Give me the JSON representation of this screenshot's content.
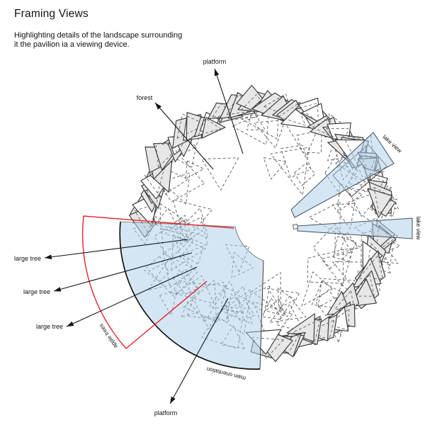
{
  "header": {
    "title": "Framing Views",
    "subtitle_line1": "Highlighting details of the landscape surrounding",
    "subtitle_line2": "it the pavilion ia a viewing device."
  },
  "labels": {
    "platform_top": "platform",
    "forest": "forest",
    "lake_view_upper": "lake view",
    "lake_view_right": "lake view",
    "large_tree_1": "large tree",
    "large_tree_2": "large tree",
    "large_tree_3": "large tree",
    "apple_trees": "apple trees",
    "main_orientation": "main orientation",
    "platform_bottom": "platform"
  },
  "colors": {
    "view_wedge_fill": "#adcfe9",
    "highlight_red": "#e8232b",
    "facet_gray": "#e7e7e7",
    "line_dark": "#161616"
  }
}
